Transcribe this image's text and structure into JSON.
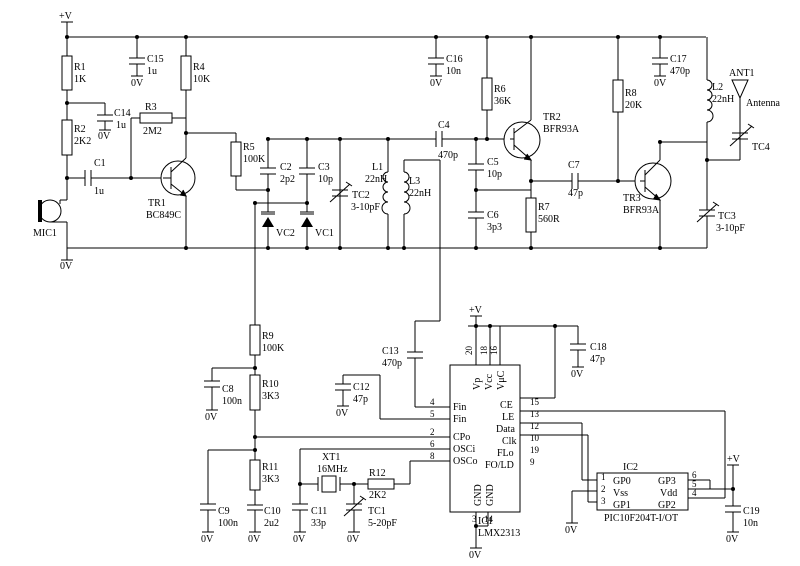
{
  "power": {
    "vplus": "+V",
    "gnd": "0V"
  },
  "parts": {
    "R1": {
      "ref": "R1",
      "val": "1K"
    },
    "R2": {
      "ref": "R2",
      "val": "2K2"
    },
    "R3": {
      "ref": "R3",
      "val": "2M2"
    },
    "R4": {
      "ref": "R4",
      "val": "10K"
    },
    "R5": {
      "ref": "R5",
      "val": "100K"
    },
    "R6": {
      "ref": "R6",
      "val": "36K"
    },
    "R7": {
      "ref": "R7",
      "val": "560R"
    },
    "R8": {
      "ref": "R8",
      "val": "20K"
    },
    "R9": {
      "ref": "R9",
      "val": "100K"
    },
    "R10": {
      "ref": "R10",
      "val": "3K3"
    },
    "R11": {
      "ref": "R11",
      "val": "3K3"
    },
    "R12": {
      "ref": "R12",
      "val": "2K2"
    },
    "C1": {
      "ref": "C1",
      "val": "1u"
    },
    "C2": {
      "ref": "C2",
      "val": "2p2"
    },
    "C3": {
      "ref": "C3",
      "val": "10p"
    },
    "C4": {
      "ref": "C4",
      "val": "470p"
    },
    "C5": {
      "ref": "C5",
      "val": "10p"
    },
    "C6": {
      "ref": "C6",
      "val": "3p3"
    },
    "C7": {
      "ref": "C7",
      "val": "47p"
    },
    "C8": {
      "ref": "C8",
      "val": "100n"
    },
    "C9": {
      "ref": "C9",
      "val": "100n"
    },
    "C10": {
      "ref": "C10",
      "val": "2u2"
    },
    "C11": {
      "ref": "C11",
      "val": "33p"
    },
    "C12": {
      "ref": "C12",
      "val": "47p"
    },
    "C13": {
      "ref": "C13",
      "val": "470p"
    },
    "C14": {
      "ref": "C14",
      "val": "1u"
    },
    "C15": {
      "ref": "C15",
      "val": "1u"
    },
    "C16": {
      "ref": "C16",
      "val": "10n"
    },
    "C17": {
      "ref": "C17",
      "val": "470p"
    },
    "C18": {
      "ref": "C18",
      "val": "47p"
    },
    "C19": {
      "ref": "C19",
      "val": "10n"
    },
    "L1": {
      "ref": "L1",
      "val": "22nH"
    },
    "L2": {
      "ref": "L2",
      "val": "22nH"
    },
    "L3": {
      "ref": "L3",
      "val": "22nH"
    },
    "TC1": {
      "ref": "TC1",
      "val": "5-20pF"
    },
    "TC2": {
      "ref": "TC2",
      "val": "3-10pF"
    },
    "TC3": {
      "ref": "TC3",
      "val": "3-10pF"
    },
    "TC4": {
      "ref": "TC4"
    },
    "TR1": {
      "ref": "TR1",
      "val": "BC849C"
    },
    "TR2": {
      "ref": "TR2",
      "val": "BFR93A"
    },
    "TR3": {
      "ref": "TR3",
      "val": "BFR93A"
    },
    "VC1": {
      "ref": "VC1"
    },
    "VC2": {
      "ref": "VC2"
    },
    "XT1": {
      "ref": "XT1",
      "val": "16MHz"
    },
    "MIC1": {
      "ref": "MIC1"
    },
    "ANT1": {
      "ref": "ANT1",
      "val": "Antenna"
    },
    "IC1": {
      "ref": "IC1",
      "val": "LMX2313"
    },
    "IC2": {
      "ref": "IC2",
      "val": "PIC10F204T-I/OT"
    }
  },
  "ic1": {
    "top": [
      "Vp",
      "Vcc",
      "VμC"
    ],
    "top_pins": [
      "20",
      "18",
      "16"
    ],
    "left": [
      "Fin",
      "Fin",
      "CPo",
      "OSCi",
      "OSCo"
    ],
    "left_pins": [
      "4",
      "5",
      "2",
      "6",
      "8"
    ],
    "right": [
      "CE",
      "LE",
      "Data",
      "Clk",
      "FLo",
      "FO/LD"
    ],
    "right_pins": [
      "15",
      "13",
      "12",
      "10",
      "19",
      "9"
    ],
    "bottom": [
      "GND",
      "GND"
    ],
    "bottom_pins": [
      "3",
      "14"
    ]
  },
  "ic2": {
    "left": [
      "GP0",
      "Vss",
      "GP1"
    ],
    "left_pins": [
      "1",
      "2",
      "3"
    ],
    "right": [
      "GP3",
      "Vdd",
      "GP2"
    ],
    "right_pins": [
      "6",
      "5",
      "4"
    ]
  }
}
